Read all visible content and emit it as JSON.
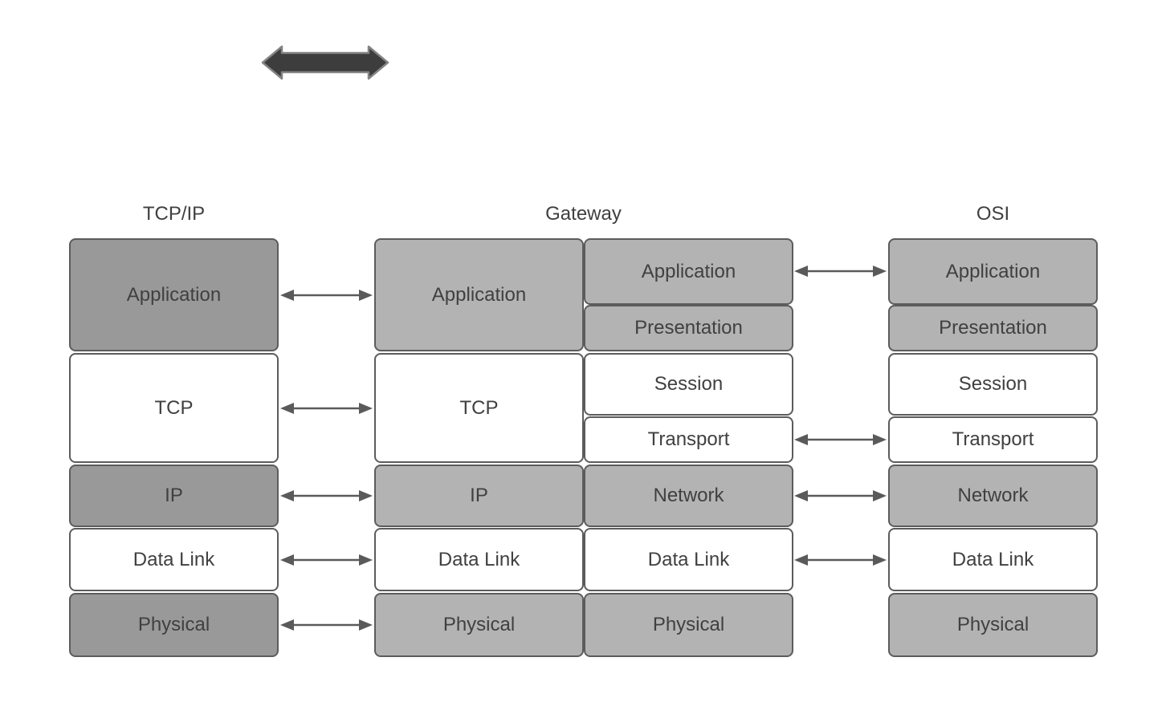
{
  "headers": {
    "tcpip": "TCP/IP",
    "gateway": "Gateway",
    "osi": "OSI"
  },
  "decoration": {
    "top_icon": "double-headed-arrow"
  },
  "stacks": {
    "tcpip": {
      "layers": [
        {
          "label": "Application",
          "fill": "dark_gray"
        },
        {
          "label": "TCP",
          "fill": "white"
        },
        {
          "label": "IP",
          "fill": "dark_gray"
        },
        {
          "label": "Data Link",
          "fill": "white"
        },
        {
          "label": "Physical",
          "fill": "dark_gray"
        }
      ]
    },
    "gateway_left": {
      "layers": [
        {
          "label": "Application",
          "fill": "light_gray"
        },
        {
          "label": "TCP",
          "fill": "white"
        },
        {
          "label": "IP",
          "fill": "light_gray"
        },
        {
          "label": "Data Link",
          "fill": "white"
        },
        {
          "label": "Physical",
          "fill": "light_gray"
        }
      ]
    },
    "gateway_right": {
      "layers": [
        {
          "label": "Application",
          "fill": "light_gray"
        },
        {
          "label": "Presentation",
          "fill": "light_gray"
        },
        {
          "label": "Session",
          "fill": "white"
        },
        {
          "label": "Transport",
          "fill": "white"
        },
        {
          "label": "Network",
          "fill": "light_gray"
        },
        {
          "label": "Data Link",
          "fill": "white"
        },
        {
          "label": "Physical",
          "fill": "light_gray"
        }
      ]
    },
    "osi": {
      "layers": [
        {
          "label": "Application",
          "fill": "light_gray"
        },
        {
          "label": "Presentation",
          "fill": "light_gray"
        },
        {
          "label": "Session",
          "fill": "white"
        },
        {
          "label": "Transport",
          "fill": "white"
        },
        {
          "label": "Network",
          "fill": "light_gray"
        },
        {
          "label": "Data Link",
          "fill": "white"
        },
        {
          "label": "Physical",
          "fill": "light_gray"
        }
      ]
    }
  },
  "connections": {
    "tcpip_gateway": [
      "Application",
      "TCP",
      "IP",
      "Data Link",
      "Physical"
    ],
    "gateway_osi": [
      "Application",
      "Transport",
      "Network",
      "Data Link"
    ]
  },
  "colors": {
    "dark_gray": "#999999",
    "light_gray": "#b3b3b3",
    "white": "#ffffff",
    "border": "#5c5c5c",
    "text": "#404040",
    "arrow": "#5a5a5a",
    "thick_arrow_fill": "#3d3d3d",
    "thick_arrow_stroke": "#848484"
  }
}
